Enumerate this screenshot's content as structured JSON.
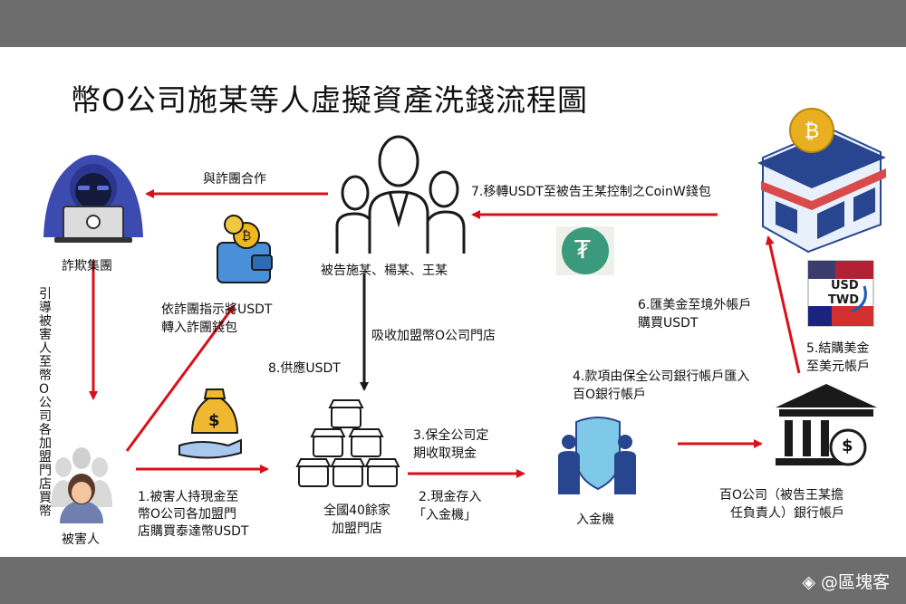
{
  "title": "幣O公司施某等人虛擬資產洗錢流程圖",
  "nodes": {
    "fraud_group": "詐欺集團",
    "defendants": "被告施某、楊某、王某",
    "victim": "被害人",
    "stores": [
      "全國40餘家",
      "加盟門店"
    ],
    "atm": "入金機",
    "company_account": [
      "百O公司（被告王某擔",
      "任負責人）銀行帳戶"
    ]
  },
  "edges": {
    "cooperate": "與詐團合作",
    "transfer_wallet": [
      "依詐團指示將USDT",
      "轉入詐團錢包"
    ],
    "guide_victim": "引導被害人至幣O公司各加盟門店買幣",
    "recruit": "吸收加盟幣O公司門店",
    "supply": "8.供應USDT",
    "victim_buy": [
      "1.被害人持現金至",
      "幣O公司各加盟門",
      "店購買泰達幣USDT"
    ],
    "security_collect": [
      "3.保全公司定",
      "期收取現金"
    ],
    "deposit": [
      "2.現金存入",
      "「入金機」"
    ],
    "remit": [
      "4.款項由保全公司銀行帳戶匯入",
      "百O銀行帳戶"
    ],
    "exchange_usd": [
      "5.結購美金",
      "至美元帳戶"
    ],
    "wire_abroad": [
      "6.匯美金至境外帳戶",
      "購買USDT"
    ],
    "move_coinw": "7.移轉USDT至被告王某控制之CoinW錢包"
  },
  "icons": {
    "currency_badge": [
      "USD",
      "TWD"
    ],
    "tether_symbol": "₮",
    "dollar_symbol": "$"
  },
  "colors": {
    "arrow_red": "#d9101a",
    "arrow_dark": "#1a1a1a",
    "tether_green": "#3a9a7b",
    "shield_blue": "#7ec8e8",
    "bank_blue": "#28458f",
    "awning_red": "#d94a4a",
    "gold": "#e8b020"
  },
  "watermark": "◈ @區塊客"
}
